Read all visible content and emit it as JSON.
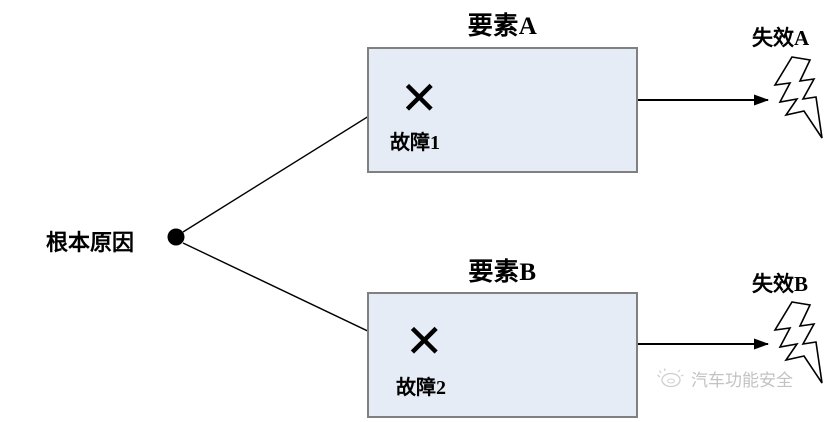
{
  "diagram": {
    "type": "fault-propagation-diagram",
    "root": {
      "label": "根本原因",
      "node_icon": "filled-circle-node"
    },
    "elements": [
      {
        "title": "要素A",
        "fault_mark": "✕",
        "fault_label": "故障1",
        "failure_label": "失效A",
        "failure_icon": "lightning-bolt-icon"
      },
      {
        "title": "要素B",
        "fault_mark": "✕",
        "fault_label": "故障2",
        "failure_label": "失效B",
        "failure_icon": "lightning-bolt-icon"
      }
    ],
    "colors": {
      "box_fill": "#e6ecf5",
      "box_border": "#808080",
      "line": "#000000",
      "text": "#000000"
    }
  },
  "watermark": {
    "text": "汽车功能安全",
    "icon": "cloud-logo-icon"
  }
}
